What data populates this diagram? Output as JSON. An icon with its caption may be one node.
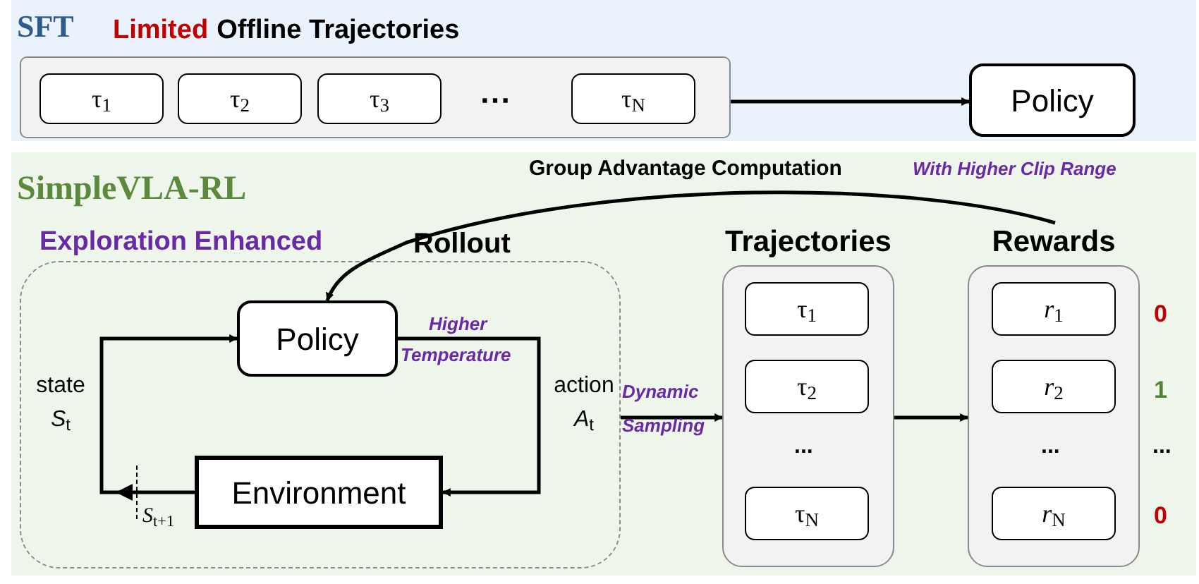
{
  "diagram": {
    "nodes": [
      {
        "text": [
          "SFT"
        ]
      },
      {
        "text": [
          "Limited",
          "Offline Trajectories"
        ],
        "in": 0
      },
      {
        "text": [
          "τ$_{1}$"
        ],
        "in": 1
      },
      {
        "text": [
          "τ$_{2}$"
        ],
        "in": 1
      },
      {
        "text": [
          "τ$_{3}$"
        ],
        "in": 1
      },
      {
        "text": [
          "τ$_{N}$"
        ],
        "in": 1
      },
      {
        "text": [
          "Policy"
        ],
        "in": 0
      },
      {
        "text": [
          "SimpleVLA-RL"
        ]
      },
      {
        "text": [
          "Exploration Enhanced",
          "Rollout"
        ],
        "in": 7
      },
      {
        "text": [
          "Policy"
        ],
        "in": 8
      },
      {
        "text": [
          "Environment"
        ],
        "in": 8
      },
      {
        "text": [
          "Trajectories"
        ],
        "in": 7
      },
      {
        "text": [
          "τ$_{1}$"
        ],
        "in": 11
      },
      {
        "text": [
          "τ$_{2}$"
        ],
        "in": 11
      },
      {
        "text": [
          "τ$_{N}$"
        ],
        "in": 11
      },
      {
        "text": [
          "Rewards"
        ],
        "in": 7
      },
      {
        "text": [
          "*r*$_{1}$"
        ],
        "in": 15
      },
      {
        "text": [
          "*r*$_{2}$"
        ],
        "in": 15
      },
      {
        "text": [
          "*r*$_{N}$"
        ],
        "in": 15
      }
    ],
    "edges": [
      {
        "from": 1,
        "to": 6,
        "arrow": "to"
      },
      {
        "from": 15,
        "to": 9,
        "arrow": "to"
      },
      {
        "from": 9,
        "to": 10,
        "arrow": "to",
        "label": "action *A*$_{t}$"
      },
      {
        "from": 10,
        "to": 9,
        "arrow": "to",
        "label": "state *S*$_{t}$"
      },
      {
        "from": 8,
        "to": 11,
        "arrow": "to",
        "label": "Dynamic Sampling"
      },
      {
        "from": 11,
        "to": 15,
        "arrow": "to"
      }
    ],
    "labels": [
      "⋯",
      "Group Advantage Computation",
      "With Higher Clip Range",
      "Higher",
      "Temperature",
      "0",
      "1",
      "...",
      "...",
      "...",
      "*S*$_{t+1}$",
      "0"
    ]
  }
}
